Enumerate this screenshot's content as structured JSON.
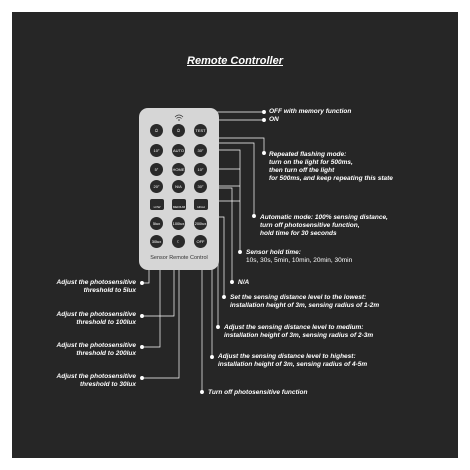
{
  "title": "Remote Controller",
  "remote": {
    "footer": "Sensor Remote Control",
    "buttons": {
      "off": "OFF",
      "on": "ON",
      "test": "TEST",
      "d10": "10°",
      "auto": "AUTO",
      "d30a": "30°",
      "s5": "5°",
      "home": "HOME",
      "s10": "10°",
      "s20": "20°",
      "na": "N/A",
      "s30": "30°",
      "low": "LOW",
      "medium": "MEDIUM",
      "high": "HIGH",
      "lux5": "5lux",
      "lux100": "100lux",
      "lux200": "200lux",
      "lux30": "30lux",
      "luxoff": "OFF"
    }
  },
  "annotations": {
    "off_memory": "OFF with memory function",
    "on": "ON",
    "flash_1": "Repeated flashing mode:",
    "flash_2": "turn on the light for 500ms,",
    "flash_3": "then turn off the light",
    "flash_4": "for 500ms, and keep repeating this state",
    "auto_1": "Automatic mode: 100% sensing distance,",
    "auto_2": "turn off photosensitive function,",
    "auto_3": "hold time for 30 seconds",
    "hold_1": "Sensor hold time:",
    "hold_2": "10s, 30s, 5min, 10min, 20min, 30min",
    "na": "N/A",
    "low_1": "Set the sensing distance level to the lowest:",
    "low_2": "installation height of 3m, sensing radius of 1-2m",
    "med_1": "Adjust the sensing distance level to medium:",
    "med_2": "installation height of 3m, sensing radius of 2-3m",
    "high_1": "Adjust the sensing distance level to highest:",
    "high_2": "installation height of 3m, sensing radius of 4-5m",
    "lux5_1": "Adjust the photosensitive",
    "lux5_2": "threshold to 5lux",
    "lux100_1": "Adjust the photosensitive",
    "lux100_2": "threshold to 100lux",
    "lux200_1": "Adjust the photosensitive",
    "lux200_2": "threshold to 200lux",
    "lux30_1": "Adjust the photosensitive",
    "lux30_2": "threshold to 30lux",
    "photo_off": "Turn off photosensitive function"
  },
  "colors": {
    "panel": "#262626",
    "remote": "#d6d6d6",
    "button": "#2a2a2a",
    "text": "#ffffff"
  }
}
